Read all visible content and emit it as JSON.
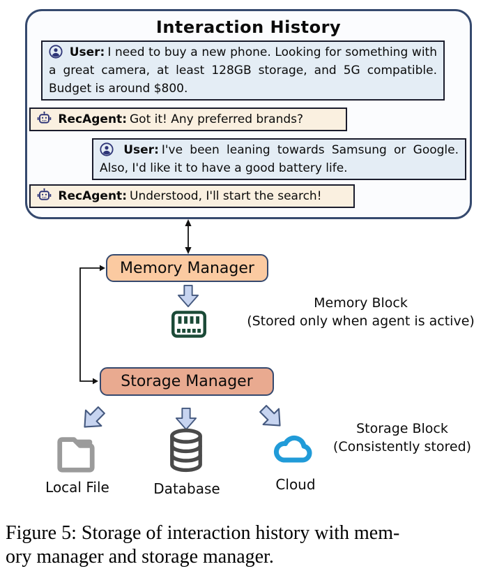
{
  "figure": {
    "panel_title": "Interaction History",
    "messages": [
      {
        "speaker": "user",
        "label": "User:",
        "text": "I need to buy a new phone. Looking for something with a great camera, at least 128GB storage, and 5G compatible. Budget is around $800."
      },
      {
        "speaker": "agent",
        "label": "RecAgent:",
        "text": "Got it! Any preferred brands?"
      },
      {
        "speaker": "user",
        "label": "User:",
        "text": "I've been leaning towards Samsung or Google. Also, I'd like it to have a good battery life."
      },
      {
        "speaker": "agent",
        "label": "RecAgent:",
        "text": "Understood, I'll start the search!"
      }
    ],
    "nodes": {
      "memory_manager": "Memory Manager",
      "storage_manager": "Storage Manager"
    },
    "annotations": {
      "memory_block_title": "Memory Block",
      "memory_block_note": "(Stored only when agent is active)",
      "storage_block_title": "Storage Block",
      "storage_block_note": "(Consistently stored)"
    },
    "storage_targets": [
      {
        "label": "Local File",
        "icon": "folder-icon"
      },
      {
        "label": "Database",
        "icon": "database-icon"
      },
      {
        "label": "Cloud",
        "icon": "cloud-icon"
      }
    ],
    "caption_line1": "Figure 5: Storage of interaction history with mem-",
    "caption_line2": "ory manager and storage manager.",
    "colors": {
      "panel_border": "#35496e",
      "user_msg_bg": "#e4edf5",
      "agent_msg_bg": "#faf0e0",
      "msg_border": "#1a1c2c",
      "memory_manager_bg": "#fbcaa1",
      "storage_manager_bg": "#e9aa90",
      "block_arrow_fill": "#c7d4f0",
      "block_arrow_stroke": "#45597f",
      "user_agent_icon": "#2e3577",
      "ram_icon": "#1b4a37",
      "folder_icon": "#9b9b9b",
      "database_icon": "#4a4a4a",
      "cloud_icon": "#219bd8"
    }
  }
}
